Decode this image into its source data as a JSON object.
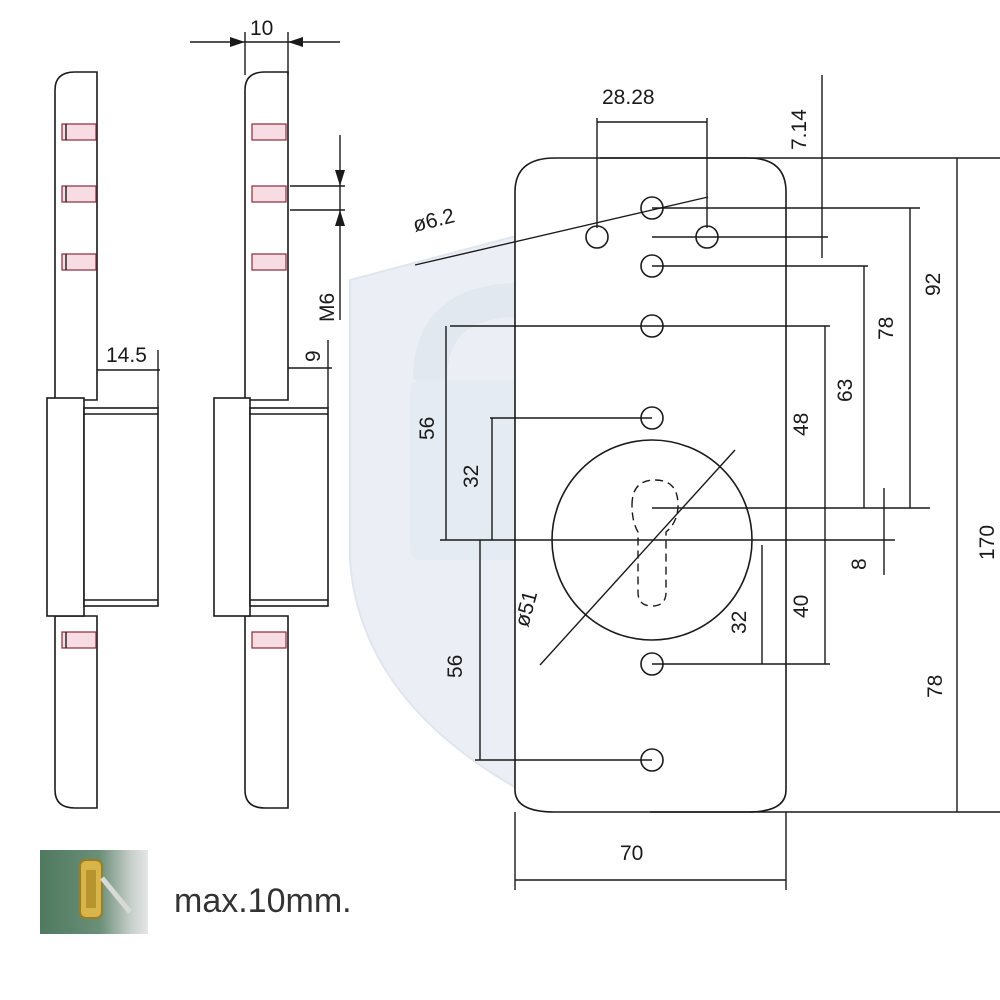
{
  "dimensions": {
    "plate_thickness": "10",
    "cylinder_projection": "14.5",
    "thread": "M6",
    "small_offset": "9",
    "hole_spacing": "28.28",
    "hole_diameter": "ø6.2",
    "top_offset": "7.14",
    "dim_92": "92",
    "dim_78_upper": "78",
    "dim_63": "63",
    "dim_48": "48",
    "dim_170": "170",
    "dim_8": "8",
    "dim_40": "40",
    "dim_32_right": "32",
    "dim_78_lower": "78",
    "dim_56_upper": "56",
    "dim_32_left": "32",
    "dim_56_lower": "56",
    "cylinder_diameter": "ø51",
    "plate_width": "70"
  },
  "note": "max.10mm.",
  "colors": {
    "line": "#1a1a1a",
    "bolt_fill": "#f7dde3",
    "watermark": "#e9eef5"
  },
  "icons": {
    "watermark": "shield-padlock-icon",
    "photo": "key-photo-thumbnail"
  }
}
